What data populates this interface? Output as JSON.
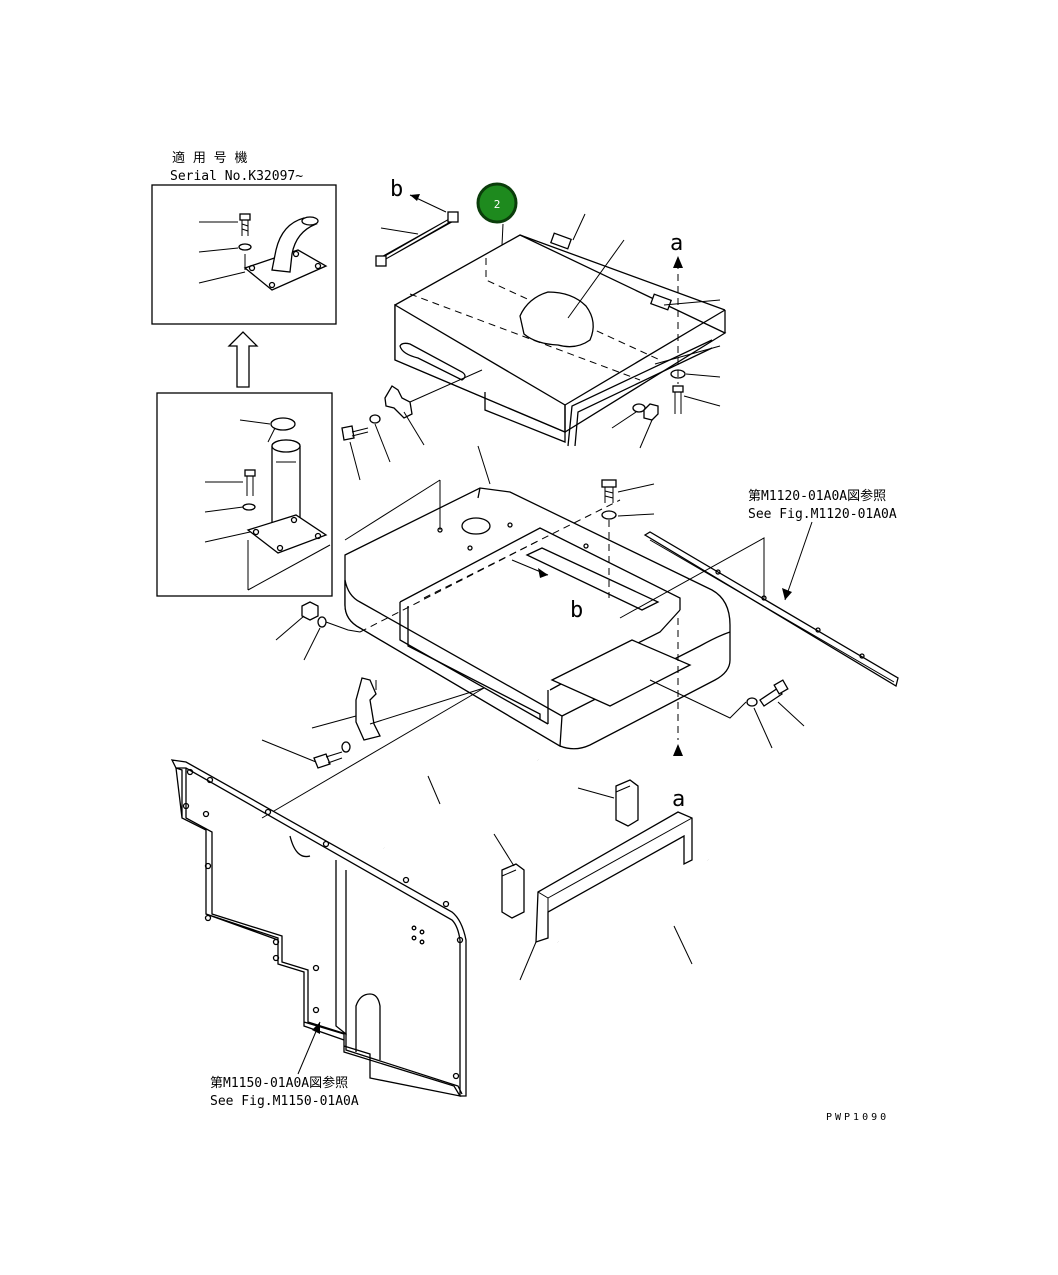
{
  "callout": {
    "number": "2",
    "color": "#1e8a1e",
    "ring": "#0b3d0b"
  },
  "notes": {
    "applicable_serial_jp": "適 用 号 機",
    "applicable_serial_en": "Serial No.K32097~",
    "ref_m1120_jp": "第M1120-01A0A図参照",
    "ref_m1120_en": "See Fig.M1120-01A0A",
    "ref_m1150_jp": "第M1150-01A0A図参照",
    "ref_m1150_en": "See Fig.M1150-01A0A"
  },
  "view_markers": {
    "a_top": "a",
    "a_bottom": "a",
    "b_top": "b",
    "b_mid": "b"
  },
  "drawing_code": "PWP1090"
}
